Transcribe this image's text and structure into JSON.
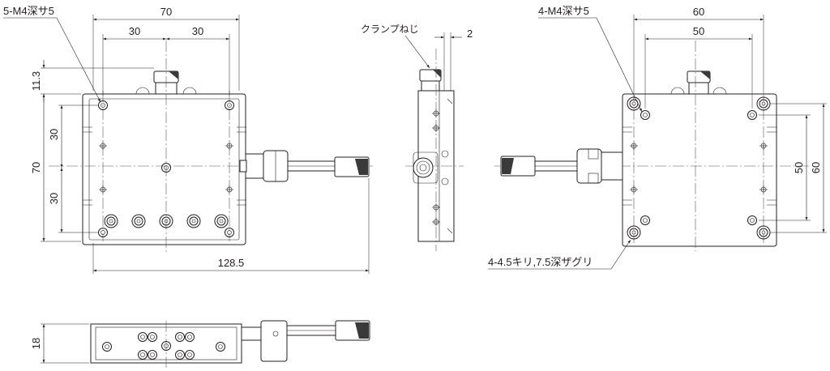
{
  "front_view": {
    "dim_width_total": "70",
    "dim_hole_pitch_left": "30",
    "dim_hole_pitch_right": "30",
    "dim_height_total": "70",
    "dim_height_upper": "30",
    "dim_height_lower": "30",
    "dim_edge_offset": "11.3",
    "dim_overall_length": "128.5",
    "note_tapped_holes": "5-M4深サ5"
  },
  "side_view": {
    "note_clamp_screw": "クランプねじ",
    "dim_clamp_offset": "2"
  },
  "back_view": {
    "dim_width_total": "60",
    "dim_hole_pitch": "50",
    "dim_height_pitch": "50",
    "dim_height_total": "60",
    "note_tapped_holes": "4-M4深サ5",
    "note_counterbore": "4-4.5キリ,7.5深ザグリ"
  },
  "bottom_view": {
    "dim_thickness": "18"
  }
}
